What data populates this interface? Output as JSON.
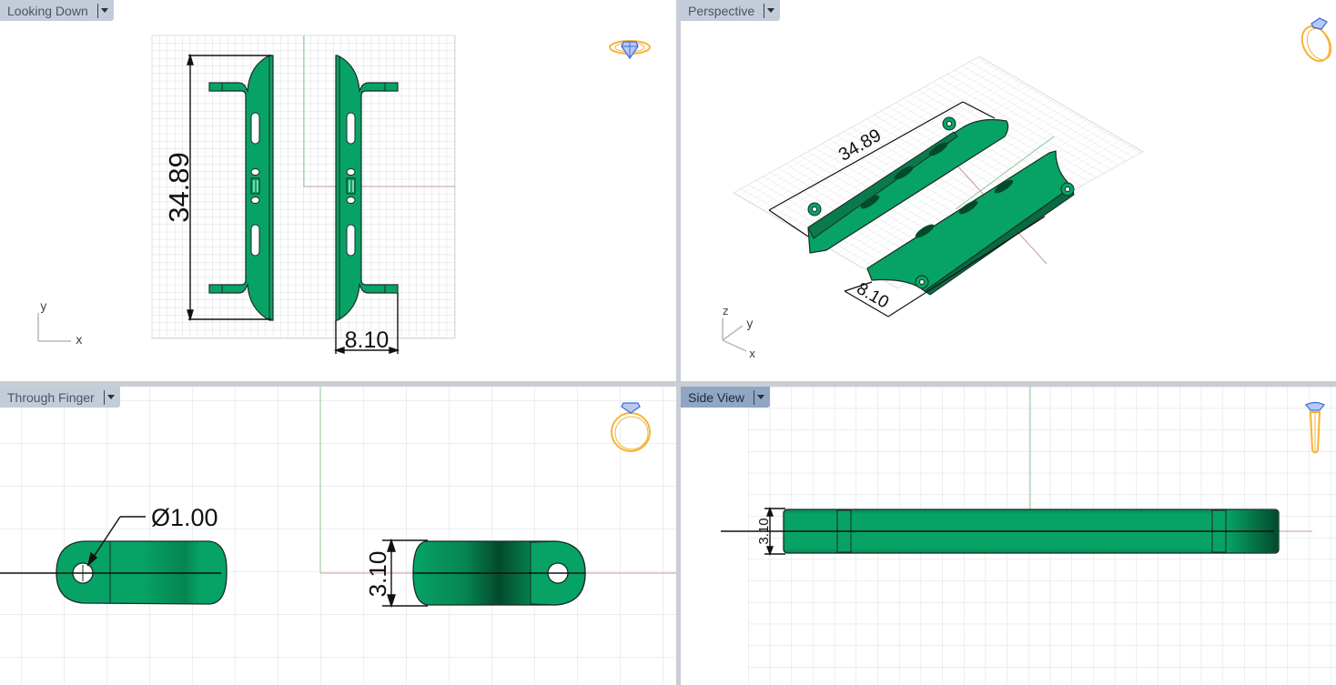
{
  "viewports": [
    {
      "id": "top",
      "title": "Looking Down",
      "active": false,
      "axis_labels": {
        "y": "y",
        "x": "x"
      },
      "dimensions": {
        "length": "34.89",
        "width": "8.10"
      }
    },
    {
      "id": "perspective",
      "title": "Perspective",
      "active": false,
      "axis_labels": {
        "z": "z",
        "y": "y",
        "x": "x"
      },
      "dimensions": {
        "length": "34.89",
        "width": "8.10"
      }
    },
    {
      "id": "front",
      "title": "Through Finger",
      "active": false,
      "dimensions": {
        "diameter": "Ø1.00",
        "height": "3.10"
      }
    },
    {
      "id": "side",
      "title": "Side View",
      "active": true,
      "dimensions": {
        "height": "3.10"
      }
    }
  ],
  "colors": {
    "model_green": "#07a366",
    "model_dark": "#045a36",
    "grid": "#d6d9de",
    "x_axis": "#c89a9a",
    "y_axis": "#8fc497",
    "tab_bg": "#c3ccd9",
    "tab_active_bg": "#8fa6c4",
    "ring_gold": "#f5b335",
    "gem_blue": "#3e6fd8"
  },
  "icons": {
    "view_gumball": "ring-gem-icon",
    "dropdown": "caret-down-icon"
  }
}
